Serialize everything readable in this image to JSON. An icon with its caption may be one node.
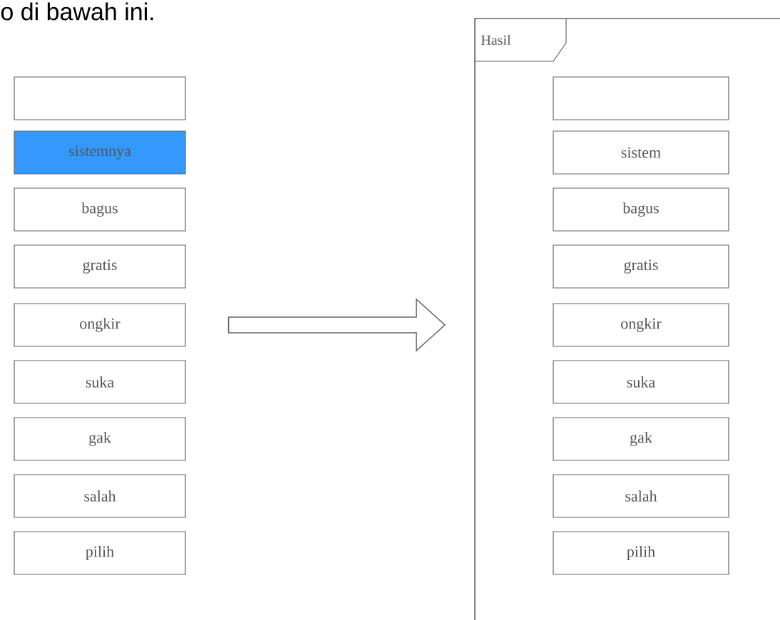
{
  "diagram": {
    "nodes": [
      {
        "text": [],
        "shape": "box"
      },
      {
        "text": [
          "sistemnya"
        ]
      },
      {
        "text": [
          "bagus"
        ]
      },
      {
        "text": [
          "gratis"
        ]
      },
      {
        "text": [
          "ongkir"
        ]
      },
      {
        "text": [
          "suka"
        ]
      },
      {
        "text": [
          "gak"
        ]
      },
      {
        "text": [
          "salah"
        ]
      },
      {
        "text": [
          "pilih"
        ]
      },
      {
        "text": [
          "Hasil"
        ]
      },
      {
        "text": [],
        "shape": "box",
        "in": 9
      },
      {
        "text": [
          "sistem"
        ],
        "in": 9
      },
      {
        "text": [
          "bagus"
        ],
        "in": 9
      },
      {
        "text": [
          "gratis"
        ],
        "in": 9
      },
      {
        "text": [
          "ongkir"
        ],
        "in": 9
      },
      {
        "text": [
          "suka"
        ],
        "in": 9
      },
      {
        "text": [
          "gak"
        ],
        "in": 9
      },
      {
        "text": [
          "salah"
        ],
        "in": 9
      },
      {
        "text": [
          "pilih"
        ],
        "in": 9
      }
    ],
    "edges": [
      {
        "from": 4,
        "to": 9,
        "arrow": "to"
      }
    ],
    "labels": [
      "o di bawah ini."
    ]
  }
}
